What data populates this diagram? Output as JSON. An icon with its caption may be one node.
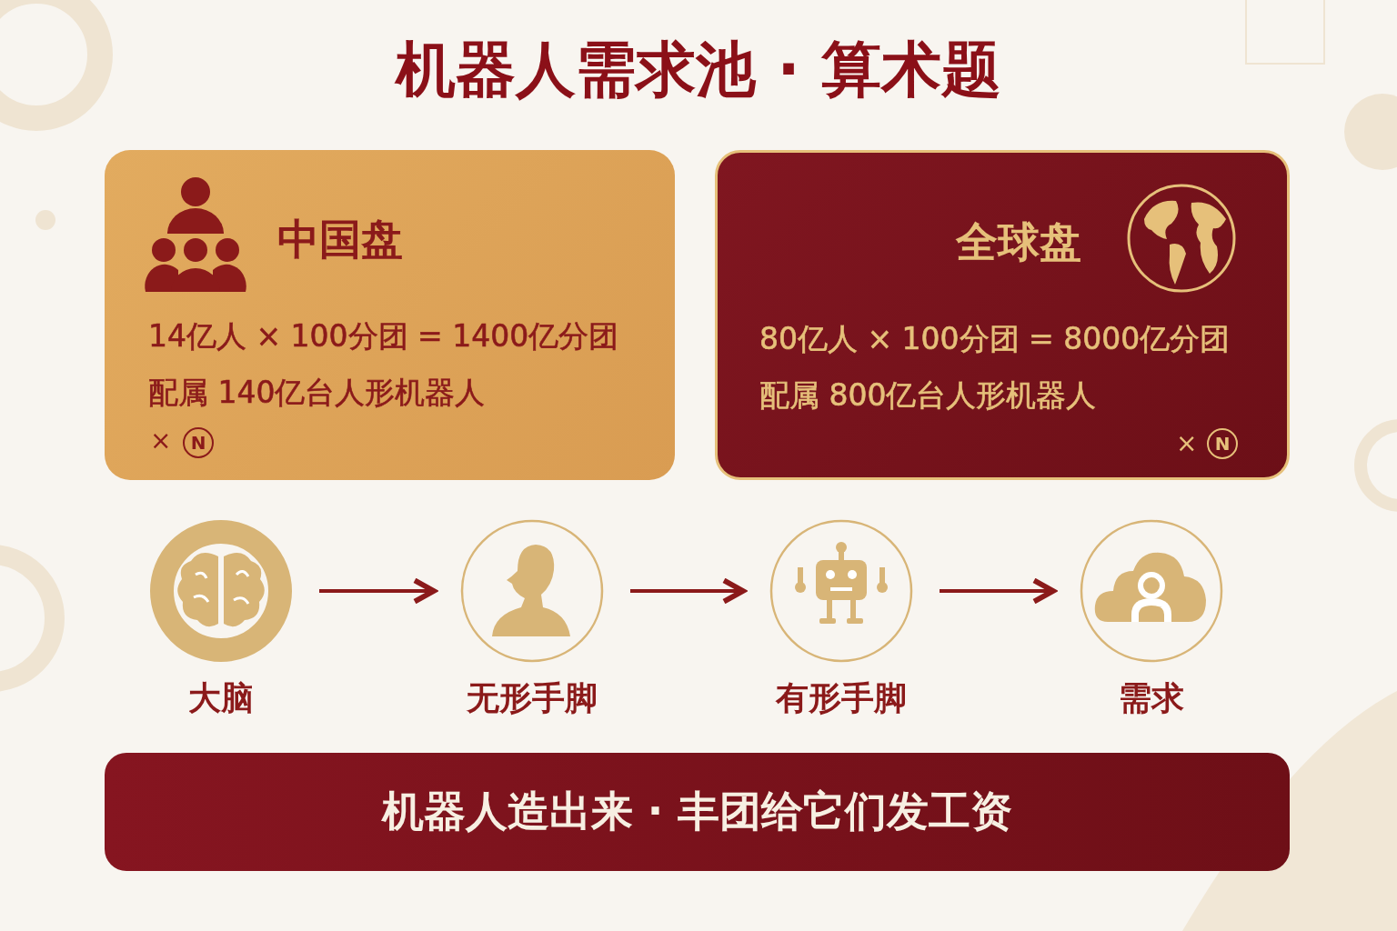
{
  "diagram": {
    "title": "机器人需求池 · 算术题",
    "nodes": [
      {
        "text": [
          "中国盘",
          "14亿人 × 100分团 = 1400亿分团",
          "配属 140亿台人形机器人",
          "×",
          "N"
        ]
      },
      {
        "text": [
          "全球盘",
          "80亿人 × 100分团 = 8000亿分团",
          "配属 800亿台人形机器人",
          "×",
          "N"
        ]
      },
      {
        "text": [
          "大脑"
        ]
      },
      {
        "text": [
          "无形手脚"
        ]
      },
      {
        "text": [
          "有形手脚"
        ]
      },
      {
        "text": [
          "需求"
        ]
      },
      {
        "text": [
          "机器人造出来 · 丰团给它们发工资"
        ]
      }
    ],
    "edges": [
      {
        "from": 2,
        "to": 3,
        "arrow": "to"
      },
      {
        "from": 3,
        "to": 4,
        "arrow": "to"
      },
      {
        "from": 4,
        "to": 5,
        "arrow": "to"
      }
    ]
  }
}
